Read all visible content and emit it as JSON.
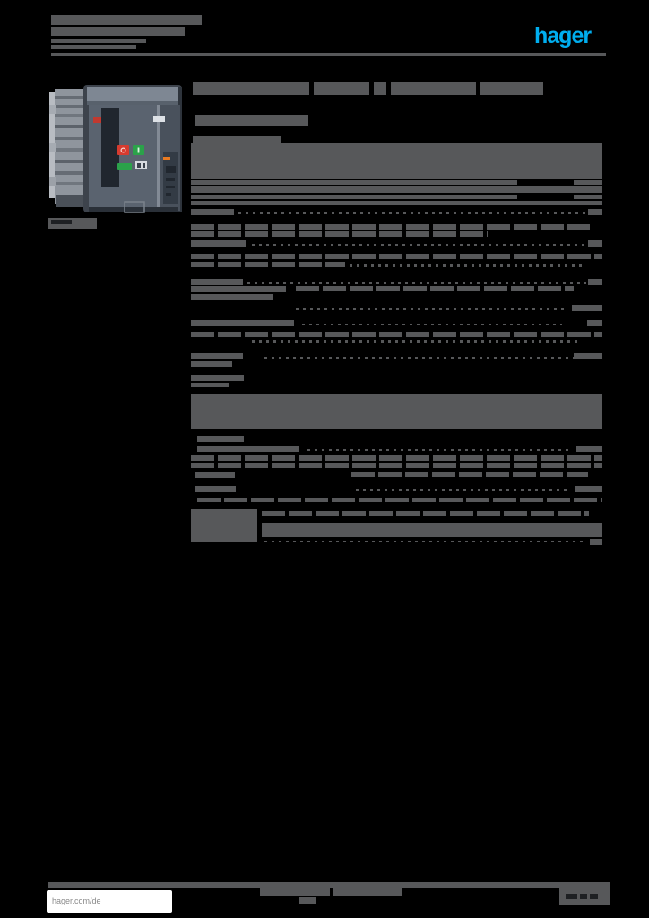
{
  "header": {
    "brand": "hager"
  },
  "footer": {
    "website": "hager.com/de"
  },
  "colors": {
    "background": "#000000",
    "bar_grey": "#57585A",
    "bar_dark": "#1E2023",
    "brand_blue": "#00AEEF",
    "footer_box_bg": "#FFFFFF",
    "footer_link_grey": "#8A8A8A",
    "btn_red": "#D63B2F",
    "btn_green": "#2BA24A",
    "led_red": "#C13A30",
    "accent_orange": "#E87A22"
  },
  "bars": [
    [
      57,
      17,
      168,
      11,
      "s",
      "header-title-bar"
    ],
    [
      57,
      30,
      149,
      10,
      "s",
      "header-title-bar"
    ],
    [
      57,
      43,
      106,
      5,
      "s",
      "header-subtitle-bar"
    ],
    [
      57,
      50,
      95,
      5,
      "s",
      "header-subtitle-bar"
    ],
    [
      57,
      59,
      619,
      3,
      "s",
      "header-rule"
    ],
    [
      215,
      92,
      130,
      14,
      "s",
      "page-title-bar"
    ],
    [
      350,
      92,
      62,
      14,
      "s",
      "page-title-bar"
    ],
    [
      417,
      92,
      14,
      14,
      "s",
      "page-title-bar"
    ],
    [
      436,
      92,
      95,
      14,
      "s",
      "page-title-bar"
    ],
    [
      536,
      92,
      70,
      14,
      "s",
      "page-title-bar"
    ],
    [
      218,
      128,
      126,
      13,
      "s",
      "page-subtitle-bar"
    ],
    [
      215,
      152,
      98,
      7,
      "s",
      "section-heading-bar"
    ],
    [
      213,
      160,
      459,
      40,
      "s",
      "paragraph-block"
    ],
    [
      213,
      201,
      364,
      5,
      "s",
      "paragraph-line"
    ],
    [
      640,
      201,
      32,
      5,
      "s",
      "paragraph-line"
    ],
    [
      213,
      208,
      459,
      7,
      "s",
      "paragraph-line"
    ],
    [
      213,
      217,
      364,
      5,
      "s",
      "paragraph-line"
    ],
    [
      640,
      217,
      32,
      5,
      "s",
      "paragraph-line"
    ],
    [
      213,
      224,
      459,
      5,
      "s",
      "paragraph-line"
    ],
    [
      213,
      233,
      48,
      7,
      "s",
      "spec-label-bar"
    ],
    [
      266,
      237,
      388,
      2,
      "d",
      "dotted-leader"
    ],
    [
      656,
      233,
      16,
      7,
      "s",
      "spec-value-bar"
    ],
    [
      213,
      250,
      445,
      6,
      "w",
      "text-line"
    ],
    [
      213,
      258,
      331,
      6,
      "w",
      "text-line"
    ],
    [
      213,
      268,
      61,
      7,
      "s",
      "spec-label-bar"
    ],
    [
      281,
      272,
      373,
      2,
      "d",
      "dotted-leader"
    ],
    [
      656,
      268,
      16,
      7,
      "s",
      "spec-value-bar"
    ],
    [
      213,
      283,
      459,
      6,
      "w",
      "text-line"
    ],
    [
      213,
      292,
      172,
      6,
      "w",
      "text-line"
    ],
    [
      390,
      294,
      264,
      4,
      "d",
      "dotted-leader"
    ],
    [
      213,
      311,
      58,
      7,
      "s",
      "spec-label-bar"
    ],
    [
      276,
      315,
      378,
      2,
      "d",
      "dotted-leader"
    ],
    [
      656,
      311,
      16,
      7,
      "s",
      "spec-value-bar"
    ],
    [
      213,
      319,
      106,
      7,
      "s",
      "spec-label-bar"
    ],
    [
      330,
      319,
      310,
      6,
      "w",
      "text-line"
    ],
    [
      213,
      328,
      92,
      7,
      "s",
      "spec-label-bar"
    ],
    [
      330,
      344,
      300,
      2,
      "d",
      "dotted-leader"
    ],
    [
      638,
      340,
      34,
      7,
      "s",
      "spec-value-bar"
    ],
    [
      213,
      357,
      115,
      7,
      "s",
      "spec-label-bar"
    ],
    [
      337,
      361,
      290,
      2,
      "d",
      "dotted-leader"
    ],
    [
      655,
      357,
      17,
      7,
      "s",
      "spec-value-bar"
    ],
    [
      213,
      370,
      459,
      6,
      "w",
      "text-line"
    ],
    [
      281,
      379,
      368,
      4,
      "d",
      "dotted-leader"
    ],
    [
      213,
      394,
      58,
      7,
      "s",
      "spec-label-bar"
    ],
    [
      213,
      403,
      46,
      6,
      "s",
      "spec-label-bar"
    ],
    [
      295,
      398,
      345,
      2,
      "d",
      "dotted-leader"
    ],
    [
      640,
      394,
      32,
      7,
      "s",
      "spec-value-bar"
    ],
    [
      213,
      418,
      59,
      7,
      "s",
      "spec-label-bar"
    ],
    [
      213,
      427,
      42,
      5,
      "s",
      "spec-label-bar"
    ],
    [
      213,
      440,
      459,
      38,
      "s",
      "paragraph-block"
    ],
    [
      220,
      486,
      52,
      7,
      "s",
      "spec-label-bar"
    ],
    [
      220,
      497,
      113,
      7,
      "s",
      "spec-label-bar"
    ],
    [
      343,
      501,
      296,
      2,
      "d",
      "dotted-leader"
    ],
    [
      643,
      497,
      29,
      7,
      "s",
      "spec-value-bar"
    ],
    [
      213,
      508,
      459,
      6,
      "w",
      "text-line"
    ],
    [
      213,
      516,
      459,
      6,
      "w",
      "text-line"
    ],
    [
      218,
      526,
      44,
      7,
      "s",
      "spec-label-bar"
    ],
    [
      392,
      527,
      264,
      5,
      "w",
      "text-line"
    ],
    [
      218,
      542,
      45,
      7,
      "s",
      "spec-label-bar"
    ],
    [
      397,
      546,
      240,
      2,
      "d",
      "dotted-leader"
    ],
    [
      641,
      542,
      31,
      7,
      "s",
      "spec-value-bar"
    ],
    [
      220,
      555,
      452,
      5,
      "w",
      "text-line"
    ],
    [
      213,
      568,
      74,
      37,
      "s",
      "spec-label-block"
    ],
    [
      292,
      570,
      365,
      6,
      "w",
      "text-line"
    ],
    [
      292,
      583,
      380,
      16,
      "s",
      "paragraph-block"
    ],
    [
      295,
      603,
      360,
      2,
      "d",
      "dotted-leader"
    ],
    [
      658,
      601,
      14,
      7,
      "s",
      "spec-value-bar"
    ],
    [
      53,
      243,
      55,
      12,
      "s",
      "image-caption-plate"
    ],
    [
      57,
      245,
      23,
      5,
      "k",
      "image-caption-text"
    ],
    [
      53,
      984,
      627,
      6,
      "s",
      "footer-bar"
    ],
    [
      624,
      990,
      56,
      20,
      "s",
      "footer-page-box"
    ],
    [
      631,
      997,
      13,
      6,
      "k",
      "footer-page-text"
    ],
    [
      647,
      997,
      8,
      6,
      "k",
      "footer-page-text"
    ],
    [
      658,
      997,
      9,
      6,
      "k",
      "footer-page-text"
    ],
    [
      290,
      991,
      78,
      9,
      "s",
      "footer-center-text"
    ],
    [
      372,
      991,
      76,
      9,
      "s",
      "footer-center-text"
    ],
    [
      334,
      1001,
      19,
      7,
      "s",
      "footer-center-text"
    ]
  ]
}
